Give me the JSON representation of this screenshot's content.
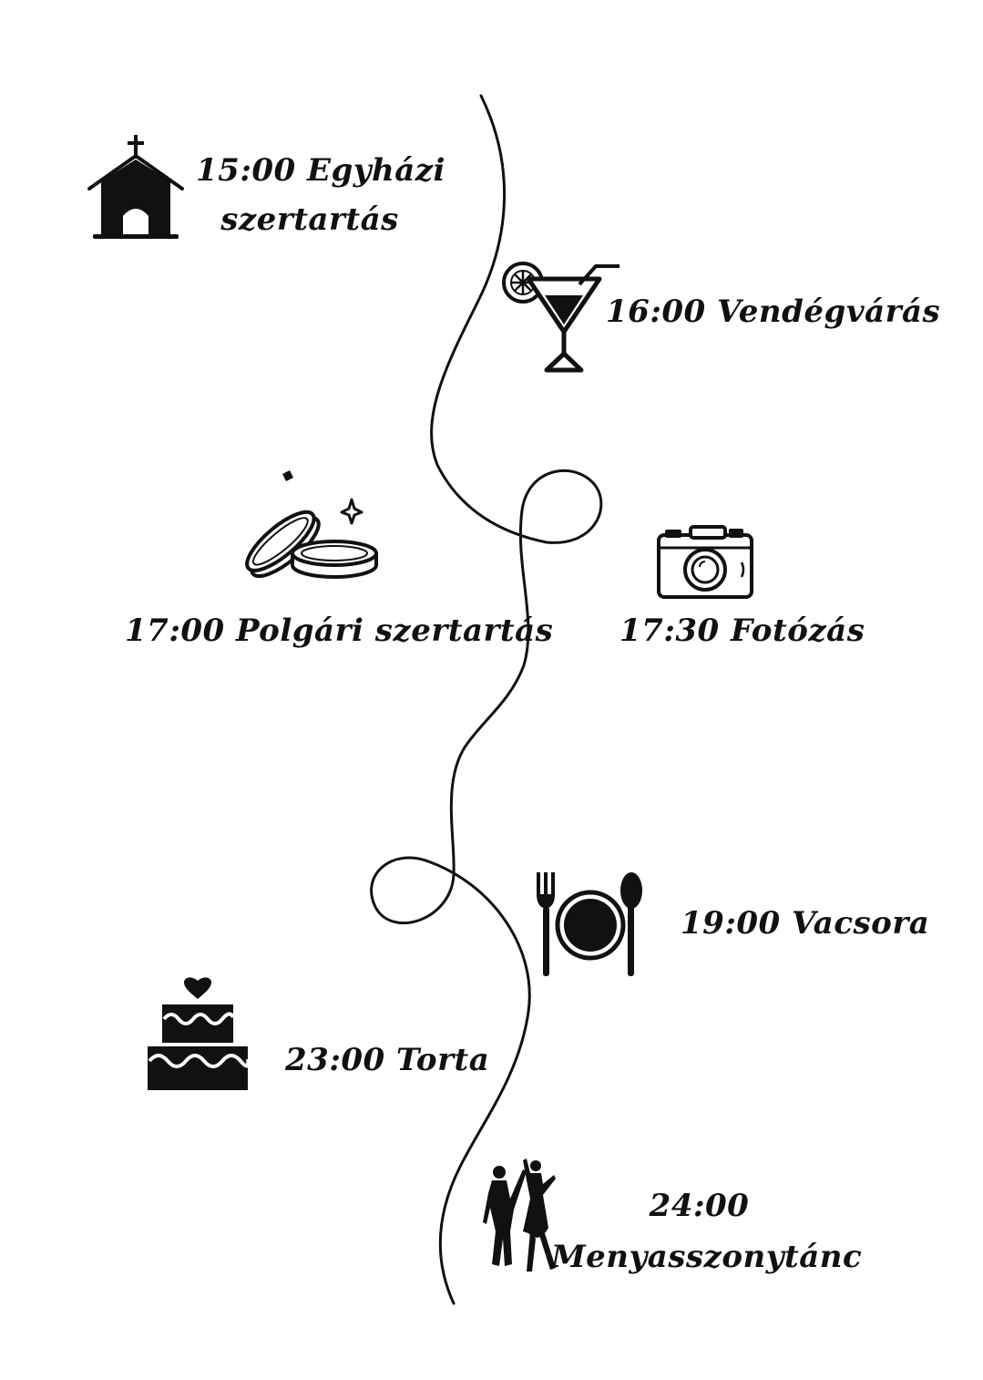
{
  "events": [
    {
      "time": "15:00",
      "title_line1": "Egyházi",
      "title_line2": "szertartás",
      "icon": "church-icon"
    },
    {
      "time": "16:00",
      "title": "Vendégvárás",
      "icon": "cocktail-icon"
    },
    {
      "time": "17:00",
      "title": "Polgári szertartás",
      "icon": "rings-icon"
    },
    {
      "time": "17:30",
      "title": "Fotózás",
      "icon": "camera-icon"
    },
    {
      "time": "19:00",
      "title": "Vacsora",
      "icon": "dinner-plate-icon"
    },
    {
      "time": "23:00",
      "title": "Torta",
      "icon": "cake-icon"
    },
    {
      "time": "24:00",
      "title": "Menyasszonytánc",
      "icon": "dancing-couple-icon"
    }
  ],
  "colors": {
    "ink": "#111111",
    "background": "#ffffff"
  }
}
